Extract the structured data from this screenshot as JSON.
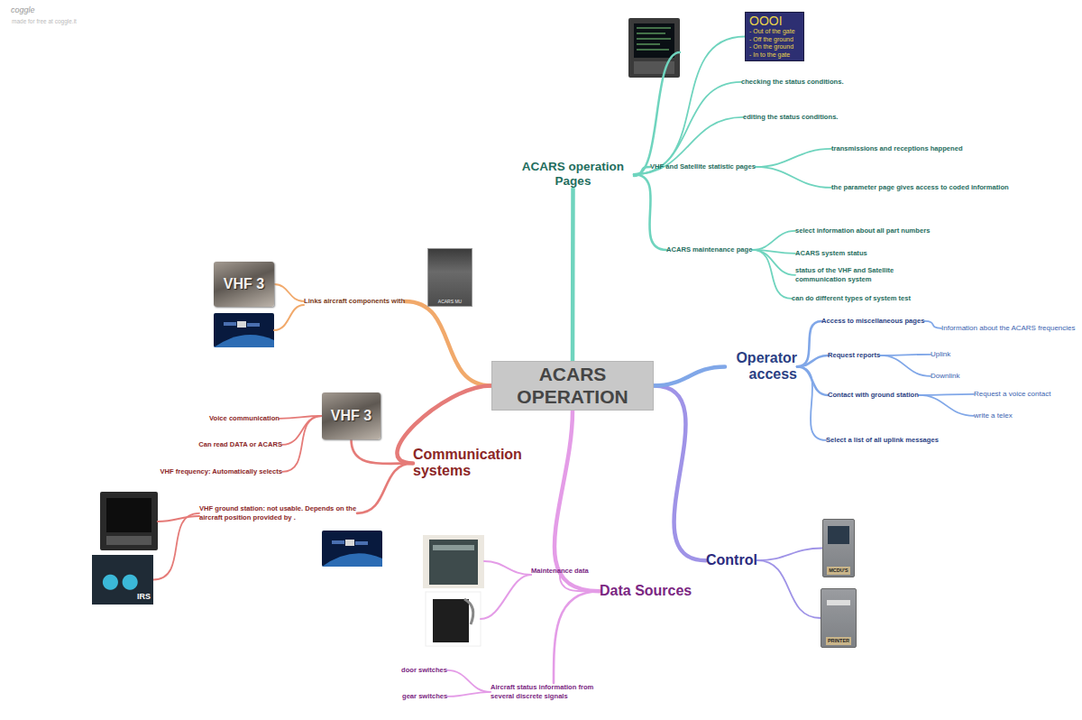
{
  "diagram": {
    "nodes": [
      {
        "text": [
          "ACARS OPERATION"
        ]
      },
      {
        "text": [
          "ACARS operation Pages"
        ]
      },
      {
        "text": [
          "OOOI",
          "- Out of the gate",
          "- Off the ground",
          "- On the ground",
          "- In to the gate"
        ]
      },
      {
        "text": [
          "checking the status conditions."
        ]
      },
      {
        "text": [
          "editing the status conditions."
        ]
      },
      {
        "text": [
          "VHF and Satellite statistic pages"
        ]
      },
      {
        "text": [
          "transmissions and receptions happened"
        ]
      },
      {
        "text": [
          "the parameter page gives access to coded information"
        ]
      },
      {
        "text": [
          "ACARS maintenance page"
        ]
      },
      {
        "text": [
          "select information about all part numbers"
        ]
      },
      {
        "text": [
          "ACARS system status"
        ]
      },
      {
        "text": [
          "status of the VHF and Satellite communication system"
        ]
      },
      {
        "text": [
          "can do different types of system test"
        ]
      },
      {
        "text": [
          "Links aircraft components with"
        ]
      },
      {
        "text": [
          "ACARS MU"
        ]
      },
      {
        "text": [
          "VHF 3"
        ]
      },
      {
        "text": [
          "Communication systems"
        ]
      },
      {
        "text": [
          "VHF 3"
        ]
      },
      {
        "text": [
          "Voice communication"
        ]
      },
      {
        "text": [
          "Can read DATA or ACARS"
        ]
      },
      {
        "text": [
          "VHF frequency: Automatically selects"
        ]
      },
      {
        "text": [
          "VHF ground station: not usable. Depends on the aircraft position provided by ."
        ]
      },
      {
        "text": [
          "IRS"
        ]
      },
      {
        "text": [
          "Data Sources"
        ]
      },
      {
        "text": [
          "Maintenance data"
        ]
      },
      {
        "text": [
          "Aircraft status information from several discrete signals"
        ]
      },
      {
        "text": [
          "door switches"
        ]
      },
      {
        "text": [
          "gear switches"
        ]
      },
      {
        "text": [
          "Control"
        ]
      },
      {
        "text": [
          "MCDU'S"
        ]
      },
      {
        "text": [
          "PRINTER"
        ]
      },
      {
        "text": [
          "Operator access"
        ]
      },
      {
        "text": [
          "Access to miscellaneous pages"
        ]
      },
      {
        "text": [
          "Information about the ACARS frequencies"
        ]
      },
      {
        "text": [
          "Request reports"
        ]
      },
      {
        "text": [
          "Uplink"
        ]
      },
      {
        "text": [
          "Downlink"
        ]
      },
      {
        "text": [
          "Contact with ground station"
        ]
      },
      {
        "text": [
          "Request a voice contact"
        ]
      },
      {
        "text": [
          "write a telex"
        ]
      },
      {
        "text": [
          "Select a list of all uplink messages"
        ]
      }
    ],
    "edges": [
      {
        "from": 0,
        "to": 1,
        "arrow": "none"
      },
      {
        "from": 1,
        "to": 2,
        "arrow": "none"
      },
      {
        "from": 1,
        "to": 3,
        "arrow": "none"
      },
      {
        "from": 1,
        "to": 4,
        "arrow": "none"
      },
      {
        "from": 1,
        "to": 5,
        "arrow": "none"
      },
      {
        "from": 5,
        "to": 6,
        "arrow": "none"
      },
      {
        "from": 5,
        "to": 7,
        "arrow": "none"
      },
      {
        "from": 1,
        "to": 8,
        "arrow": "none"
      },
      {
        "from": 8,
        "to": 9,
        "arrow": "none"
      },
      {
        "from": 8,
        "to": 10,
        "arrow": "none"
      },
      {
        "from": 8,
        "to": 11,
        "arrow": "none"
      },
      {
        "from": 8,
        "to": 12,
        "arrow": "none"
      },
      {
        "from": 0,
        "to": 13,
        "arrow": "none"
      },
      {
        "from": 13,
        "to": 15,
        "arrow": "none"
      },
      {
        "from": 0,
        "to": 16,
        "arrow": "none"
      },
      {
        "from": 16,
        "to": 17,
        "arrow": "none"
      },
      {
        "from": 17,
        "to": 18,
        "arrow": "none"
      },
      {
        "from": 17,
        "to": 19,
        "arrow": "none"
      },
      {
        "from": 17,
        "to": 20,
        "arrow": "none"
      },
      {
        "from": 16,
        "to": 21,
        "arrow": "none"
      },
      {
        "from": 21,
        "to": 22,
        "arrow": "none"
      },
      {
        "from": 0,
        "to": 23,
        "arrow": "none"
      },
      {
        "from": 23,
        "to": 24,
        "arrow": "none"
      },
      {
        "from": 23,
        "to": 25,
        "arrow": "none"
      },
      {
        "from": 25,
        "to": 26,
        "arrow": "none"
      },
      {
        "from": 25,
        "to": 27,
        "arrow": "none"
      },
      {
        "from": 0,
        "to": 28,
        "arrow": "none"
      },
      {
        "from": 28,
        "to": 29,
        "arrow": "none"
      },
      {
        "from": 28,
        "to": 30,
        "arrow": "none"
      },
      {
        "from": 0,
        "to": 31,
        "arrow": "none"
      },
      {
        "from": 31,
        "to": 32,
        "arrow": "none"
      },
      {
        "from": 32,
        "to": 33,
        "arrow": "none"
      },
      {
        "from": 31,
        "to": 34,
        "arrow": "none"
      },
      {
        "from": 34,
        "to": 35,
        "arrow": "none"
      },
      {
        "from": 34,
        "to": 36,
        "arrow": "none"
      },
      {
        "from": 31,
        "to": 37,
        "arrow": "none"
      },
      {
        "from": 37,
        "to": 38,
        "arrow": "none"
      },
      {
        "from": 37,
        "to": 39,
        "arrow": "none"
      },
      {
        "from": 31,
        "to": 40,
        "arrow": "none"
      }
    ],
    "labels": [
      "coggle",
      "made for free at coggle.it"
    ]
  }
}
